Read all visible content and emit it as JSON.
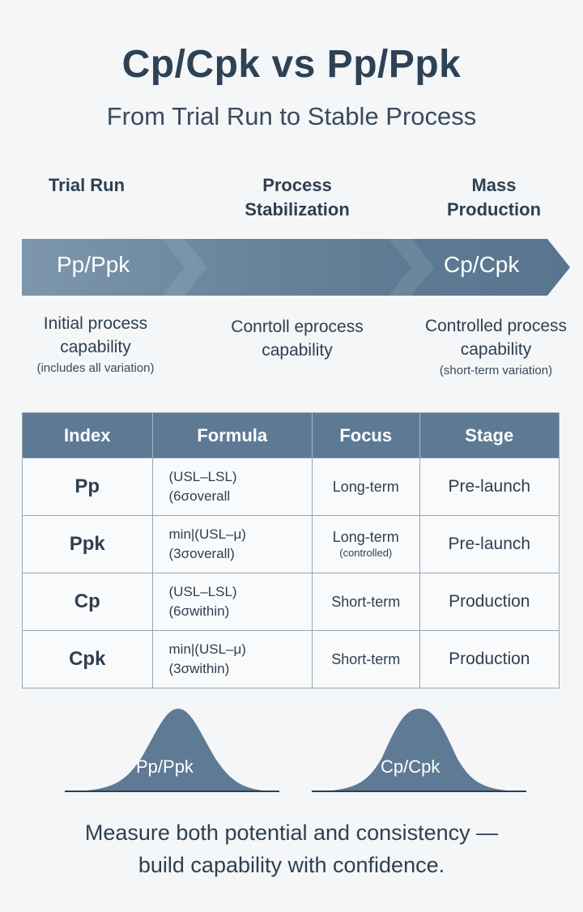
{
  "title": "Cp/Cpk vs Pp/Ppk",
  "subtitle": "From Trial Run to Stable Process",
  "stages": [
    {
      "label_line1": "Trial Run",
      "label_line2": ""
    },
    {
      "label_line1": "Process",
      "label_line2": "Stabilization"
    },
    {
      "label_line1": "Mass",
      "label_line2": "Production"
    }
  ],
  "arrow": {
    "left_label": "Pp/Ppk",
    "right_label": "Cp/Cpk",
    "colors": {
      "dark": "#5b7690",
      "light": "#7e97ad",
      "mid": "#6a86a0"
    }
  },
  "descriptions": [
    {
      "line1": "Initial process",
      "line2": "capability",
      "note": "(includes all variation)"
    },
    {
      "line1": "Conrtoll eprocess",
      "line2": "capability",
      "note": ""
    },
    {
      "line1": "Controlled process",
      "line2": "capability",
      "note": "(short-term variation)"
    }
  ],
  "table": {
    "headers": [
      "Index",
      "Formula",
      "Focus",
      "Stage"
    ],
    "rows": [
      {
        "index": "Pp",
        "formula1": "(USL–LSL)",
        "formula2": "(6σoverall",
        "focus": "Long-term",
        "focus_note": "",
        "stage": "Pre-launch"
      },
      {
        "index": "Ppk",
        "formula1": "min|(USL–μ)",
        "formula2": "(3σoverall)",
        "focus": "Long-term",
        "focus_note": "(controlled)",
        "stage": "Pre-launch"
      },
      {
        "index": "Cp",
        "formula1": "(USL–LSL)",
        "formula2": "(6σwithin)",
        "focus": "Short-term",
        "focus_note": "",
        "stage": "Production"
      },
      {
        "index": "Cpk",
        "formula1": "min|(USL–μ)",
        "formula2": "(3σwithin)",
        "focus": "Short-term",
        "focus_note": "",
        "stage": "Production"
      }
    ]
  },
  "curves": {
    "left_label": "Pp/Ppk",
    "right_label": "Cp/Cpk",
    "fill_color": "#5e7a94"
  },
  "footer": {
    "line1": "Measure both potential and consistency —",
    "line2": "build capability with confidence."
  }
}
